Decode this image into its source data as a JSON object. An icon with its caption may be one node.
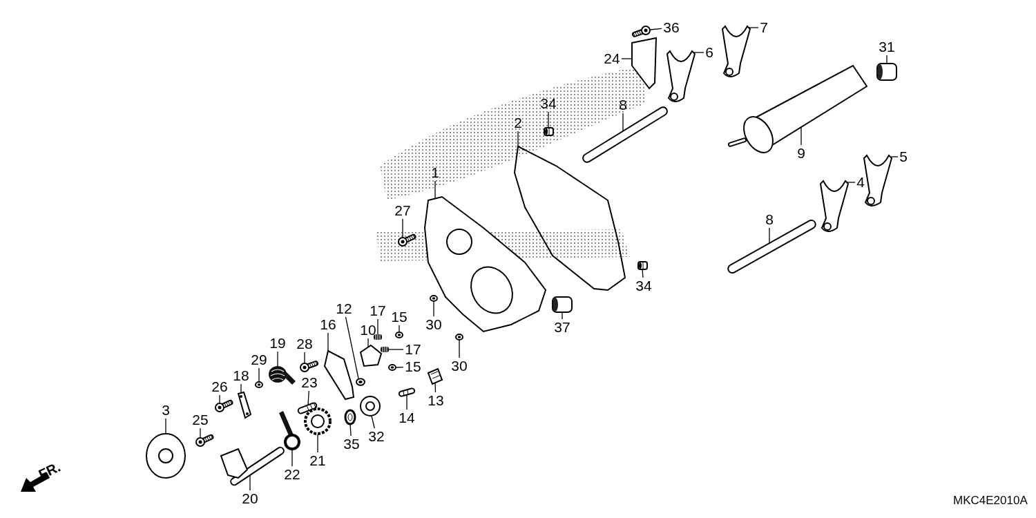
{
  "diagram": {
    "nodes": [
      {
        "text": [
          "36"
        ]
      },
      {
        "text": [
          "7"
        ]
      },
      {
        "text": [
          "6"
        ]
      },
      {
        "text": [
          "24"
        ]
      },
      {
        "text": [
          "31"
        ]
      },
      {
        "text": [
          "34"
        ]
      },
      {
        "text": [
          "8"
        ]
      },
      {
        "text": [
          "2"
        ]
      },
      {
        "text": [
          "9"
        ]
      },
      {
        "text": [
          "5"
        ]
      },
      {
        "text": [
          "4"
        ]
      },
      {
        "text": [
          "1"
        ]
      },
      {
        "text": [
          "27"
        ]
      },
      {
        "text": [
          "8"
        ]
      },
      {
        "text": [
          "34"
        ]
      },
      {
        "text": [
          "37"
        ]
      },
      {
        "text": [
          "30"
        ]
      },
      {
        "text": [
          "17"
        ]
      },
      {
        "text": [
          "15"
        ]
      },
      {
        "text": [
          "16"
        ]
      },
      {
        "text": [
          "12"
        ]
      },
      {
        "text": [
          "10"
        ]
      },
      {
        "text": [
          "17"
        ]
      },
      {
        "text": [
          "19"
        ]
      },
      {
        "text": [
          "28"
        ]
      },
      {
        "text": [
          "30"
        ]
      },
      {
        "text": [
          "29"
        ]
      },
      {
        "text": [
          "15"
        ]
      },
      {
        "text": [
          "18"
        ]
      },
      {
        "text": [
          "23"
        ]
      },
      {
        "text": [
          "26"
        ]
      },
      {
        "text": [
          "13"
        ]
      },
      {
        "text": [
          "3"
        ]
      },
      {
        "text": [
          "14"
        ]
      },
      {
        "text": [
          "25"
        ]
      },
      {
        "text": [
          "32"
        ]
      },
      {
        "text": [
          "35"
        ]
      },
      {
        "text": [
          "21"
        ]
      },
      {
        "text": [
          "22"
        ]
      },
      {
        "text": [
          "20"
        ]
      },
      {
        "text": [],
        "shape": "picture"
      },
      {
        "text": [],
        "shape": "picture"
      },
      {
        "text": [],
        "shape": "picture"
      },
      {
        "text": [],
        "shape": "picture"
      },
      {
        "text": [],
        "shape": "picture"
      },
      {
        "text": [],
        "shape": "picture"
      },
      {
        "text": [],
        "shape": "picture"
      },
      {
        "text": [],
        "shape": "picture"
      },
      {
        "text": [],
        "shape": "picture"
      },
      {
        "text": [],
        "shape": "picture"
      },
      {
        "text": [],
        "shape": "picture"
      },
      {
        "text": [],
        "shape": "picture"
      },
      {
        "text": [],
        "shape": "picture"
      },
      {
        "text": [],
        "shape": "picture"
      },
      {
        "text": [],
        "shape": "picture"
      },
      {
        "text": [],
        "shape": "picture"
      },
      {
        "text": [],
        "shape": "picture"
      },
      {
        "text": [],
        "shape": "picture"
      },
      {
        "text": [],
        "shape": "picture"
      },
      {
        "text": [],
        "shape": "picture"
      },
      {
        "text": [],
        "shape": "picture"
      },
      {
        "text": [],
        "shape": "picture"
      },
      {
        "text": [],
        "shape": "picture"
      },
      {
        "text": [],
        "shape": "picture"
      },
      {
        "text": [],
        "shape": "picture"
      },
      {
        "text": [],
        "shape": "picture"
      },
      {
        "text": [],
        "shape": "picture"
      },
      {
        "text": [],
        "shape": "picture"
      },
      {
        "text": [],
        "shape": "picture"
      },
      {
        "text": [],
        "shape": "picture"
      },
      {
        "text": [],
        "shape": "picture"
      },
      {
        "text": [],
        "shape": "picture"
      },
      {
        "text": [],
        "shape": "picture"
      },
      {
        "text": [],
        "shape": "picture"
      },
      {
        "text": [],
        "shape": "picture"
      },
      {
        "text": [],
        "shape": "picture"
      },
      {
        "text": [],
        "shape": "picture"
      },
      {
        "text": [],
        "shape": "picture"
      },
      {
        "text": [],
        "shape": "picture"
      },
      {
        "text": [],
        "shape": "picture"
      }
    ],
    "edges": [
      {
        "from": 0,
        "to": 40,
        "arrow": "none"
      },
      {
        "from": 1,
        "to": 41,
        "arrow": "none"
      },
      {
        "from": 2,
        "to": 42,
        "arrow": "none"
      },
      {
        "from": 3,
        "to": 43,
        "arrow": "none"
      },
      {
        "from": 4,
        "to": 44,
        "arrow": "none"
      },
      {
        "from": 5,
        "to": 45,
        "arrow": "none"
      },
      {
        "from": 6,
        "to": 46,
        "arrow": "none"
      },
      {
        "from": 7,
        "to": 47,
        "arrow": "none"
      },
      {
        "from": 8,
        "to": 48,
        "arrow": "none"
      },
      {
        "from": 9,
        "to": 49,
        "arrow": "none"
      },
      {
        "from": 10,
        "to": 50,
        "arrow": "none"
      },
      {
        "from": 11,
        "to": 51,
        "arrow": "none"
      },
      {
        "from": 12,
        "to": 52,
        "arrow": "none"
      },
      {
        "from": 13,
        "to": 53,
        "arrow": "none"
      },
      {
        "from": 14,
        "to": 54,
        "arrow": "none"
      },
      {
        "from": 15,
        "to": 55,
        "arrow": "none"
      },
      {
        "from": 16,
        "to": 56,
        "arrow": "none"
      },
      {
        "from": 17,
        "to": 57,
        "arrow": "none"
      },
      {
        "from": 18,
        "to": 58,
        "arrow": "none"
      },
      {
        "from": 19,
        "to": 59,
        "arrow": "none"
      },
      {
        "from": 20,
        "to": 60,
        "arrow": "none"
      },
      {
        "from": 21,
        "to": 61,
        "arrow": "none"
      },
      {
        "from": 22,
        "to": 62,
        "arrow": "none"
      },
      {
        "from": 23,
        "to": 63,
        "arrow": "none"
      },
      {
        "from": 24,
        "to": 64,
        "arrow": "none"
      },
      {
        "from": 25,
        "to": 65,
        "arrow": "none"
      },
      {
        "from": 26,
        "to": 66,
        "arrow": "none"
      },
      {
        "from": 27,
        "to": 67,
        "arrow": "none"
      },
      {
        "from": 28,
        "to": 68,
        "arrow": "none"
      },
      {
        "from": 29,
        "to": 69,
        "arrow": "none"
      },
      {
        "from": 30,
        "to": 70,
        "arrow": "none"
      },
      {
        "from": 31,
        "to": 71,
        "arrow": "none"
      },
      {
        "from": 32,
        "to": 72,
        "arrow": "none"
      },
      {
        "from": 33,
        "to": 73,
        "arrow": "none"
      },
      {
        "from": 34,
        "to": 74,
        "arrow": "none"
      },
      {
        "from": 35,
        "to": 75,
        "arrow": "none"
      },
      {
        "from": 36,
        "to": 76,
        "arrow": "none"
      },
      {
        "from": 37,
        "to": 77,
        "arrow": "none"
      },
      {
        "from": 38,
        "to": 78,
        "arrow": "none"
      },
      {
        "from": 39,
        "to": 79,
        "arrow": "none"
      }
    ],
    "labels": [
      "FR.",
      "MKC4E2010A"
    ]
  }
}
